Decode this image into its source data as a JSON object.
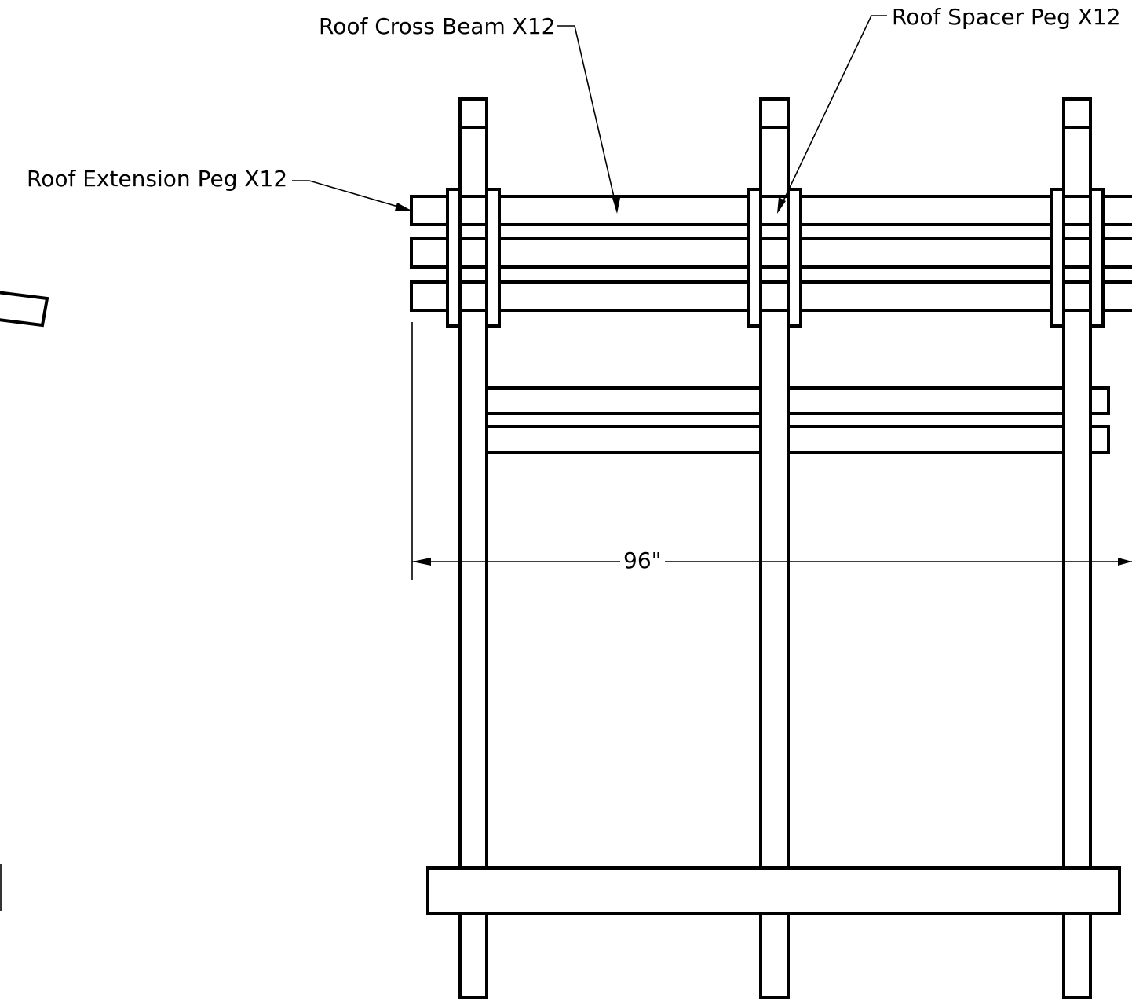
{
  "callouts": {
    "roof_cross_beam": "Roof Cross Beam X12",
    "roof_spacer_peg": "Roof Spacer Peg X12",
    "roof_extension_peg": "Roof Extension Peg X12"
  },
  "dimensions": {
    "span": "96\""
  },
  "colors": {
    "line": "#000000",
    "background": "#ffffff"
  }
}
